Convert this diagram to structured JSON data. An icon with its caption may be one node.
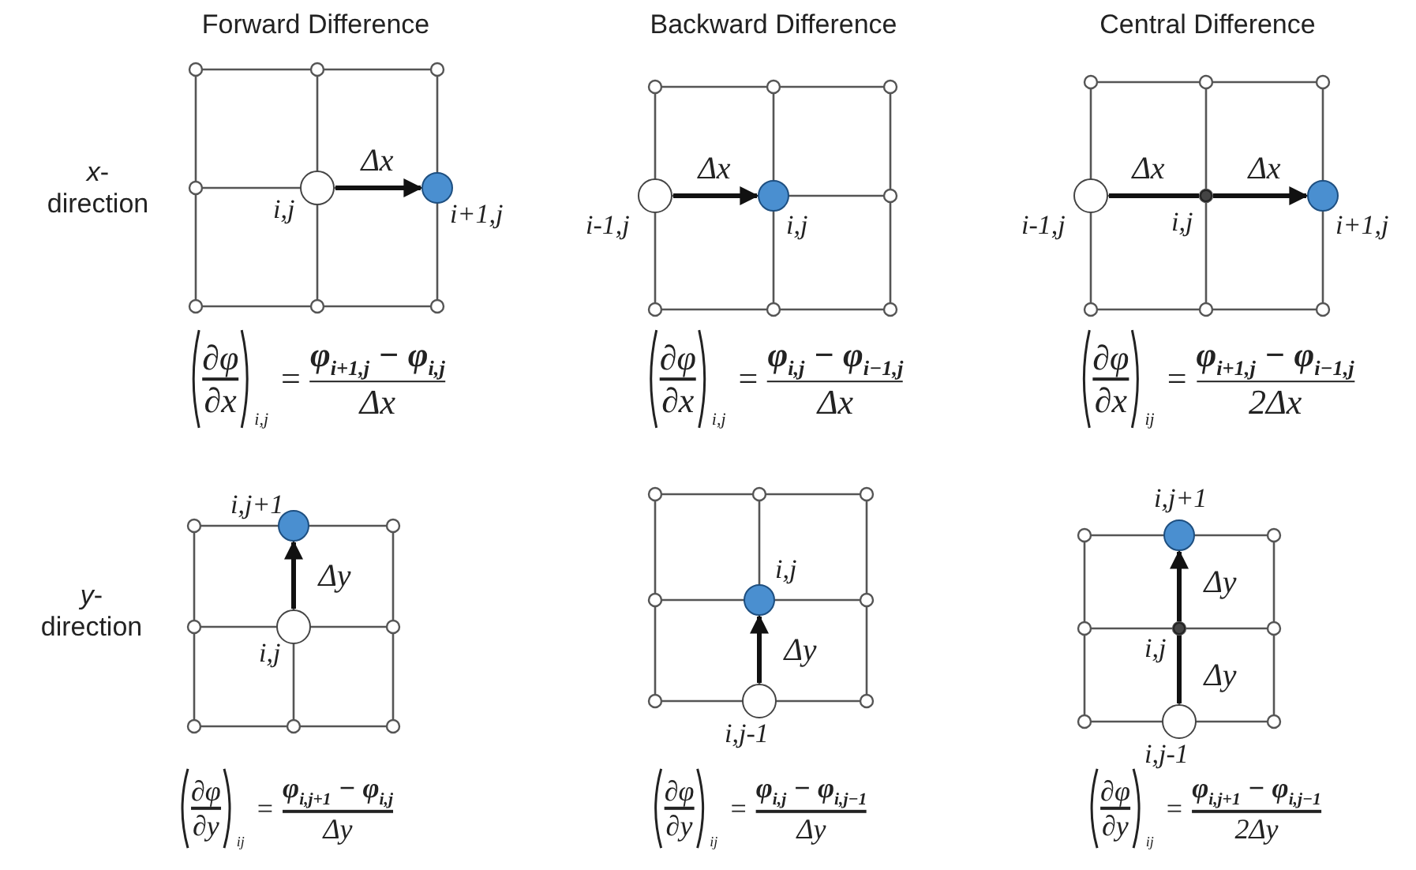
{
  "diagram": {
    "nodes": [
      {
        "text": [],
        "shape": "circle",
        "beside": [
          "i,j"
        ]
      },
      {
        "text": [],
        "shape": "circle",
        "beside": [
          "i+1,j"
        ]
      },
      {
        "text": [],
        "shape": "circle",
        "beside": [
          "i-1,j"
        ]
      },
      {
        "text": [],
        "shape": "circle",
        "beside": [
          "i,j"
        ]
      },
      {
        "text": [],
        "shape": "circle",
        "beside": [
          "i-1,j"
        ]
      },
      {
        "text": [],
        "shape": "circle",
        "beside": [
          "i,j"
        ]
      },
      {
        "text": [],
        "shape": "circle",
        "beside": [
          "i+1,j"
        ]
      },
      {
        "text": [],
        "shape": "circle",
        "beside": [
          "i,j+1"
        ]
      },
      {
        "text": [],
        "shape": "circle",
        "beside": [
          "i,j"
        ]
      },
      {
        "text": [],
        "shape": "circle",
        "beside": [
          "i,j"
        ]
      },
      {
        "text": [],
        "shape": "circle",
        "beside": [
          "i,j-1"
        ]
      },
      {
        "text": [],
        "shape": "circle",
        "beside": [
          "i,j+1"
        ]
      },
      {
        "text": [],
        "shape": "circle",
        "beside": [
          "i,j"
        ]
      },
      {
        "text": [],
        "shape": "circle",
        "beside": [
          "i,j-1"
        ]
      }
    ],
    "edges": [
      {
        "from": 0,
        "to": 1,
        "arrow": "to",
        "label": "Δx"
      },
      {
        "from": 2,
        "to": 3,
        "arrow": "to",
        "label": "Δx"
      },
      {
        "from": 4,
        "to": 5,
        "arrow": "none",
        "label": "Δx"
      },
      {
        "from": 5,
        "to": 6,
        "arrow": "to",
        "label": "Δx"
      },
      {
        "from": 8,
        "to": 7,
        "arrow": "to",
        "label": "Δy"
      },
      {
        "from": 10,
        "to": 9,
        "arrow": "to",
        "label": "Δy"
      },
      {
        "from": 13,
        "to": 12,
        "arrow": "none",
        "label": "Δy"
      },
      {
        "from": 12,
        "to": 11,
        "arrow": "to",
        "label": "Δy"
      }
    ],
    "labels": [
      "Forward Difference",
      "Backward Difference",
      "Central Difference",
      "*x*- direction",
      "∂φ",
      "∂x",
      "i,j",
      "=",
      "*φ*$_{i+1,j}$ − *φ*$_{i,j}$",
      "Δx",
      "∂φ",
      "∂x",
      "i,j",
      "=",
      "*φ*$_{i,j}$ − *φ*$_{i−1,j}$",
      "Δx",
      "∂φ",
      "∂x",
      "ij",
      "=",
      "*φ*$_{i+1,j}$ − *φ*$_{i−1,j}$",
      "2Δx",
      "*y*- direction",
      "∂φ",
      "∂y",
      "ij",
      "=",
      "*φ*$_{i,j+1}$ − *φ*$_{i,j}$",
      "Δy",
      "∂φ",
      "∂y",
      "ij",
      "=",
      "*φ*$_{i,j}$ − *φ*$_{i,j−1}$",
      "Δy",
      "∂φ",
      "∂y",
      "ij",
      "=",
      "*φ*$_{i,j+1}$ − *φ*$_{i,j−1}$",
      "2Δy"
    ]
  }
}
